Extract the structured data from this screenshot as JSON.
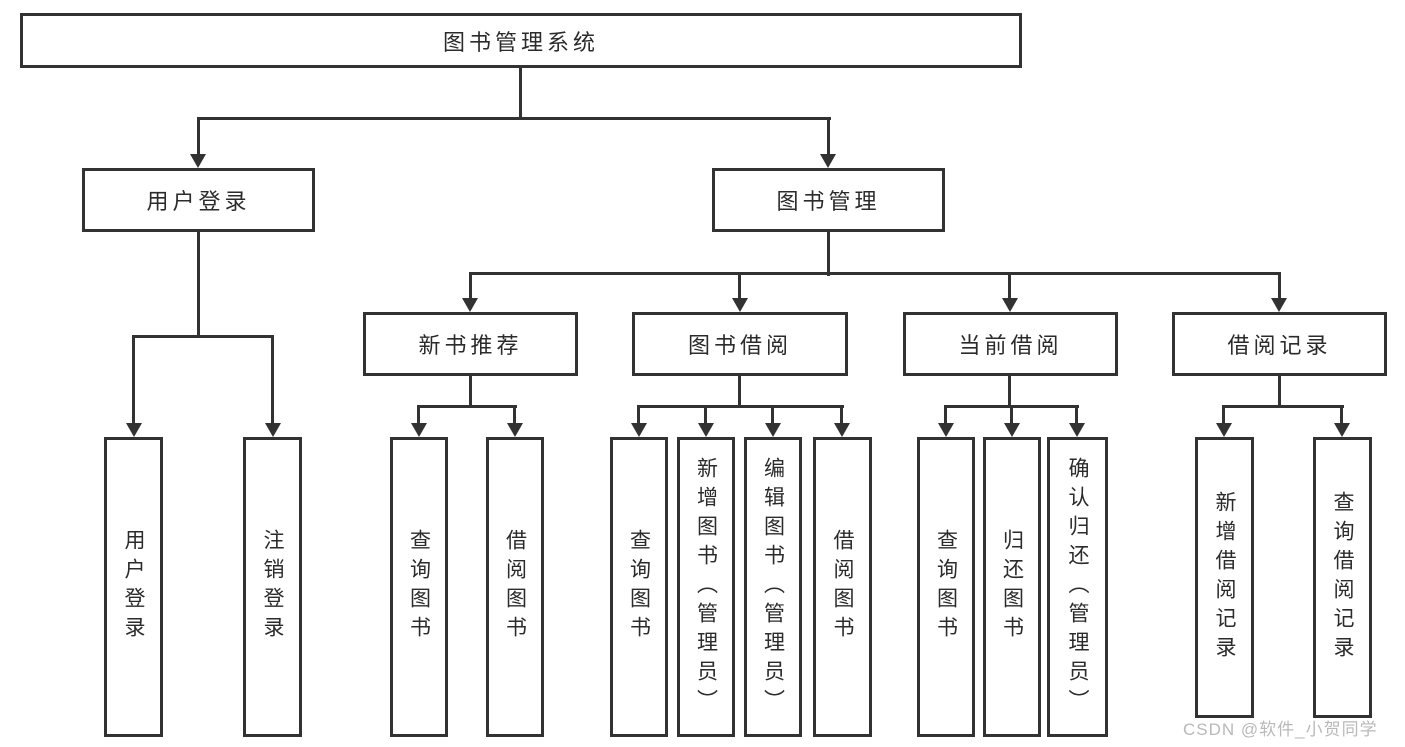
{
  "diagram": {
    "title": "图书管理系统",
    "branches": [
      {
        "label": "用户登录",
        "leaves": [
          {
            "label": "用户登录"
          },
          {
            "label": "注销登录"
          }
        ]
      },
      {
        "label": "图书管理",
        "sections": [
          {
            "label": "新书推荐",
            "leaves": [
              {
                "label": "查询图书"
              },
              {
                "label": "借阅图书"
              }
            ]
          },
          {
            "label": "图书借阅",
            "leaves": [
              {
                "label": "查询图书"
              },
              {
                "label": "新增图书（管理员）"
              },
              {
                "label": "编辑图书（管理员）"
              },
              {
                "label": "借阅图书"
              }
            ]
          },
          {
            "label": "当前借阅",
            "leaves": [
              {
                "label": "查询图书"
              },
              {
                "label": "归还图书"
              },
              {
                "label": "确认归还（管理员）"
              }
            ]
          },
          {
            "label": "借阅记录",
            "leaves": [
              {
                "label": "新增借阅记录"
              },
              {
                "label": "查询借阅记录"
              }
            ]
          }
        ]
      }
    ]
  },
  "watermark": {
    "text": "CSDN @软件_小贺同学"
  },
  "colors": {
    "line": "#323232",
    "text": "#2b2b2b",
    "watermark": "#b9b9b9",
    "background": "#ffffff"
  }
}
